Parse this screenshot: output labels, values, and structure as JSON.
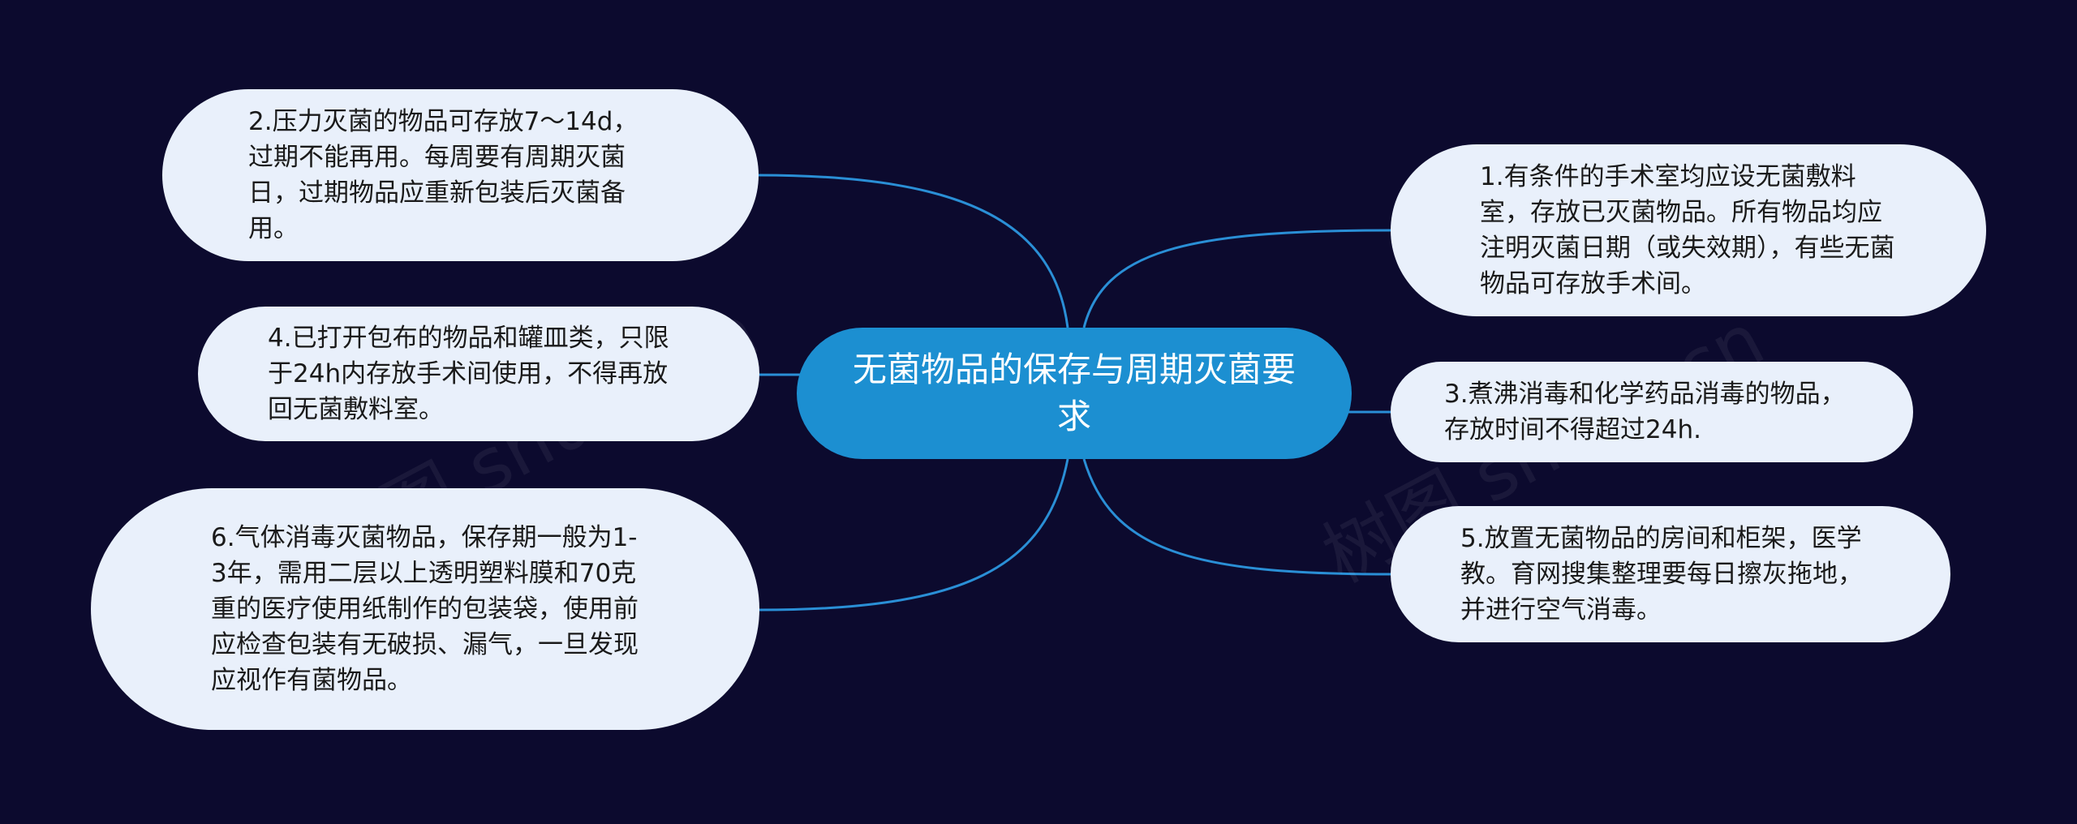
{
  "center": {
    "label": "无菌物品的保存与周期灭菌要求"
  },
  "branches": {
    "b2": "2.压力灭菌的物品可存放7～14d，过期不能再用。每周要有周期灭菌日，过期物品应重新包装后灭菌备用。",
    "b4": "4.已打开包布的物品和罐皿类，只限于24h内存放手术间使用，不得再放回无菌敷料室。",
    "b6": "6.气体消毒灭菌物品，保存期一般为1-3年，需用二层以上透明塑料膜和70克重的医疗使用纸制作的包装袋，使用前应检查包装有无破损、漏气，一旦发现应视作有菌物品。",
    "b1": "1.有条件的手术室均应设无菌敷料室，存放已灭菌物品。所有物品均应注明灭菌日期（或失效期），有些无菌物品可存放手术间。",
    "b3": "3.煮沸消毒和化学药品消毒的物品，存放时间不得超过24h.",
    "b5": "5.放置无菌物品的房间和柜架，医学教。育网搜集整理要每日擦灰拖地，并进行空气消毒。"
  },
  "watermarks": {
    "left": "树图 shutu.cn",
    "right": "树图 shutu.cn"
  },
  "colors": {
    "background": "#0c0a2e",
    "center_fill": "#1c8fd1",
    "leaf_fill": "#e9f0fb",
    "link": "#2a8fd6"
  }
}
